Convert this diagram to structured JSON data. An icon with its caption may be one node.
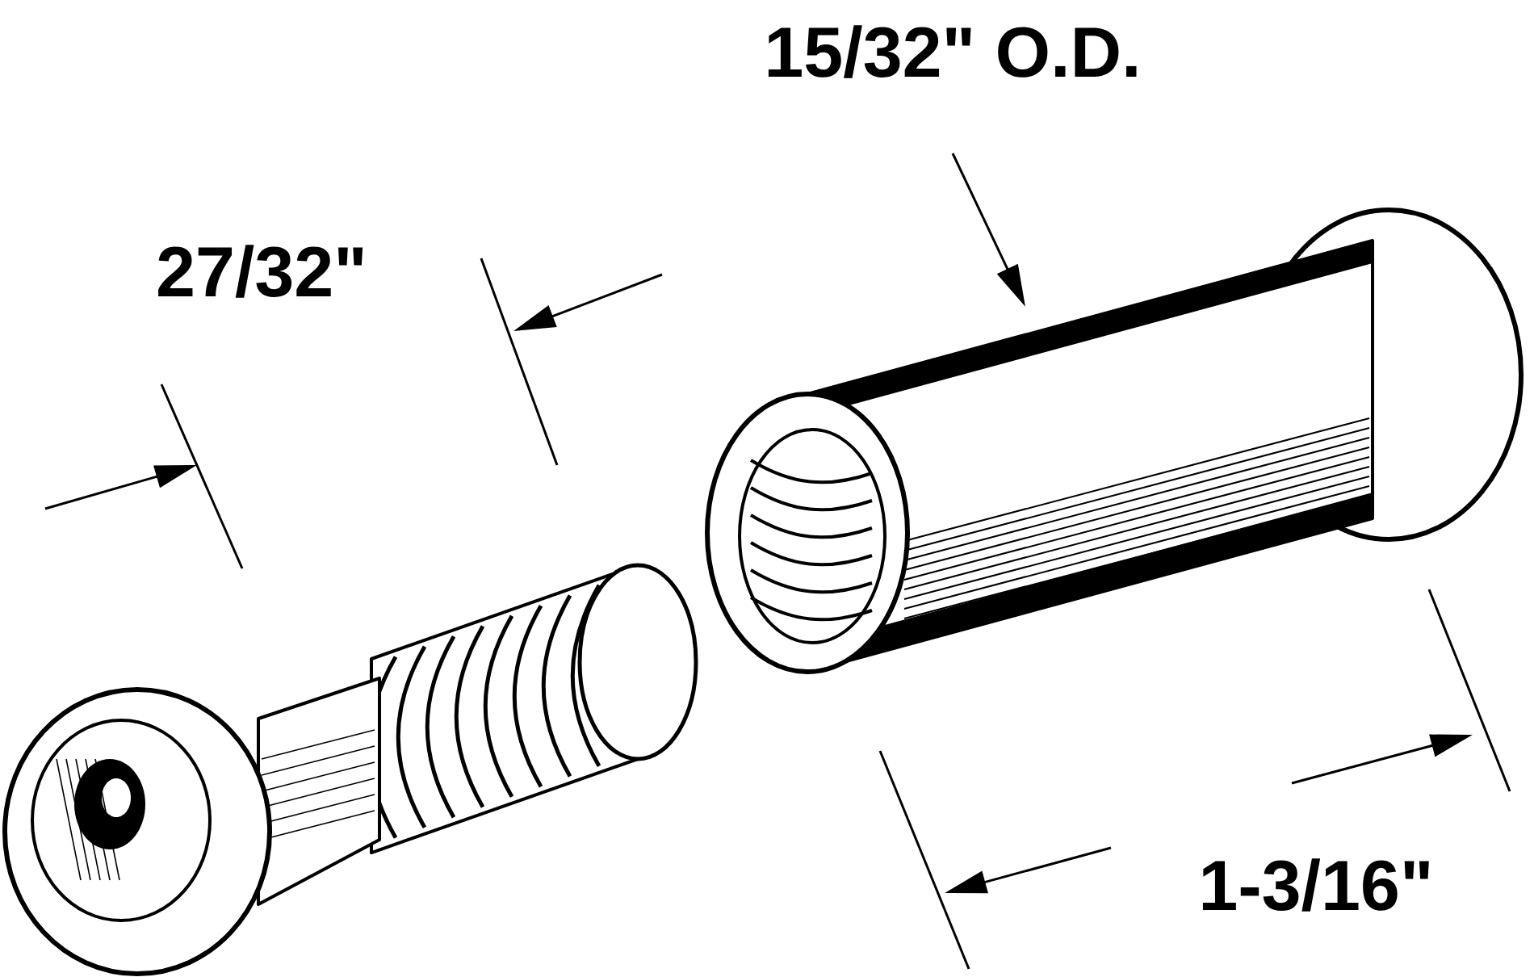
{
  "diagram": {
    "labels": [
      "15/32\" O.D.",
      "27/32\"",
      "1-3/16\""
    ]
  }
}
